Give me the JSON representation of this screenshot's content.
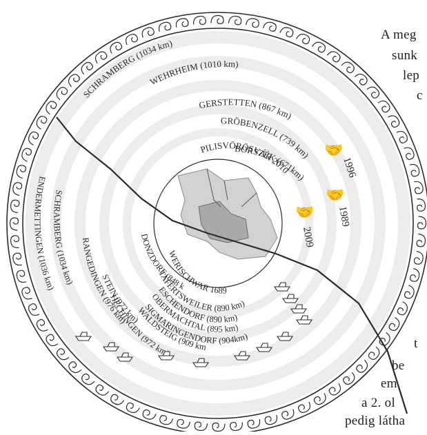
{
  "outer_ring": {
    "top": [
      {
        "place": "SCHRAMBERG (1034 km)"
      },
      {
        "place": "WEHRHEIM (1010 km)"
      },
      {
        "place": "GERSTETTEN (867 km)"
      },
      {
        "place": "GRÖBENZELL (739 km)"
      },
      {
        "place": "BORSZÉK (671km)"
      },
      {
        "place": "PILISVÖRÖSVÁR 2010"
      }
    ],
    "years": [
      "1996",
      "1989",
      "2009"
    ],
    "left": [
      {
        "place": "ENDERMETTINGEN (1036 km)"
      },
      {
        "place": "SCHRAMBERG (1034 km)"
      },
      {
        "place": "RANGEDINGEN (976 km)"
      },
      {
        "place": "STEIN (972 km)"
      },
      {
        "place": "HECHINGEN (972 km)"
      },
      {
        "place": "WALDSTEIG (909 km)"
      },
      {
        "place": "SIGMARINGENDORF (904km)"
      },
      {
        "place": "OBERMACHTAL (895 km)"
      },
      {
        "place": "ESCHENDORF (890 km)"
      },
      {
        "place": "TAFERTSWEILER (890 km)"
      },
      {
        "place": "DONZDORF (848 km)"
      },
      {
        "place": "WERISCHWAR 1689"
      }
    ]
  },
  "paragraph_fragments": [
    "A meg",
    "sunk",
    "lep",
    "c",
    "t",
    "be",
    "em",
    "a 2. ol",
    "pedig látha"
  ],
  "colors": {
    "ink": "#2a2a2a",
    "ring_shade": "#e6e6e6",
    "map_fill": "#d2d2d2",
    "map_dark": "#a9a9a9"
  }
}
